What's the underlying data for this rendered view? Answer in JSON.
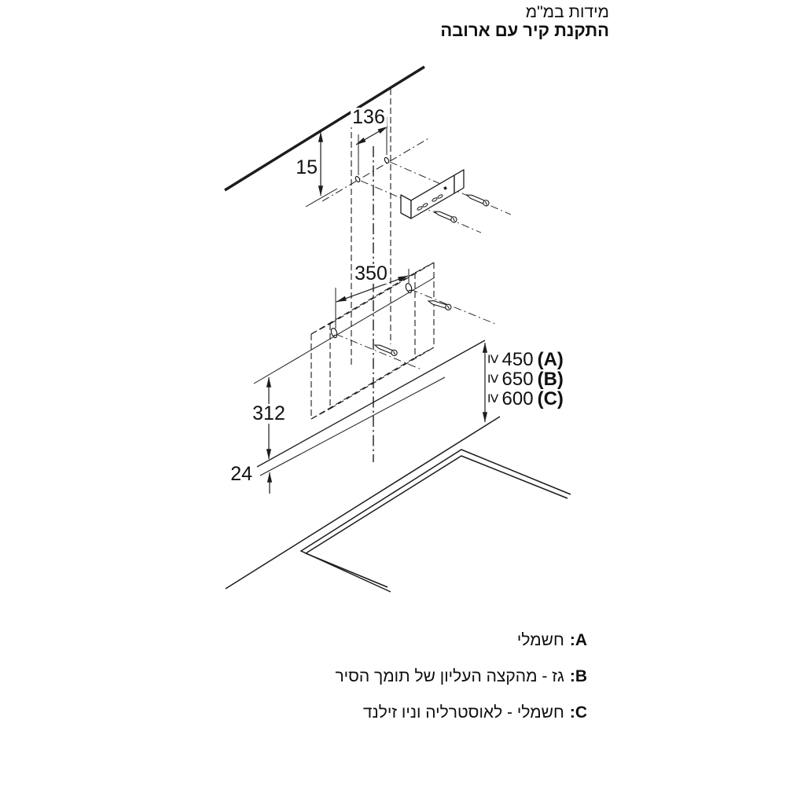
{
  "title": {
    "line1": "מידות במ\"מ",
    "line2": "התקנת קיר עם ארובה"
  },
  "dimensions": {
    "d136": "136",
    "d15": "15",
    "d350": "350",
    "d312": "312",
    "d24": "24"
  },
  "clearances": {
    "items": [
      {
        "symbol": "≥",
        "value": "450",
        "label": "(A)"
      },
      {
        "symbol": "≥",
        "value": "650",
        "label": "(B)"
      },
      {
        "symbol": "≥",
        "value": "600",
        "label": "(C)"
      }
    ]
  },
  "legend": {
    "items": [
      {
        "label": "A:",
        "text": "חשמלי"
      },
      {
        "label": "B:",
        "text": "גז - מהקצה העליון של תומך הסיר"
      },
      {
        "label": "C:",
        "text": "חשמלי - לאוסטרליה וניו זילנד"
      }
    ]
  },
  "colors": {
    "line": "#1c1c1c",
    "text": "#000000",
    "background": "#ffffff"
  }
}
